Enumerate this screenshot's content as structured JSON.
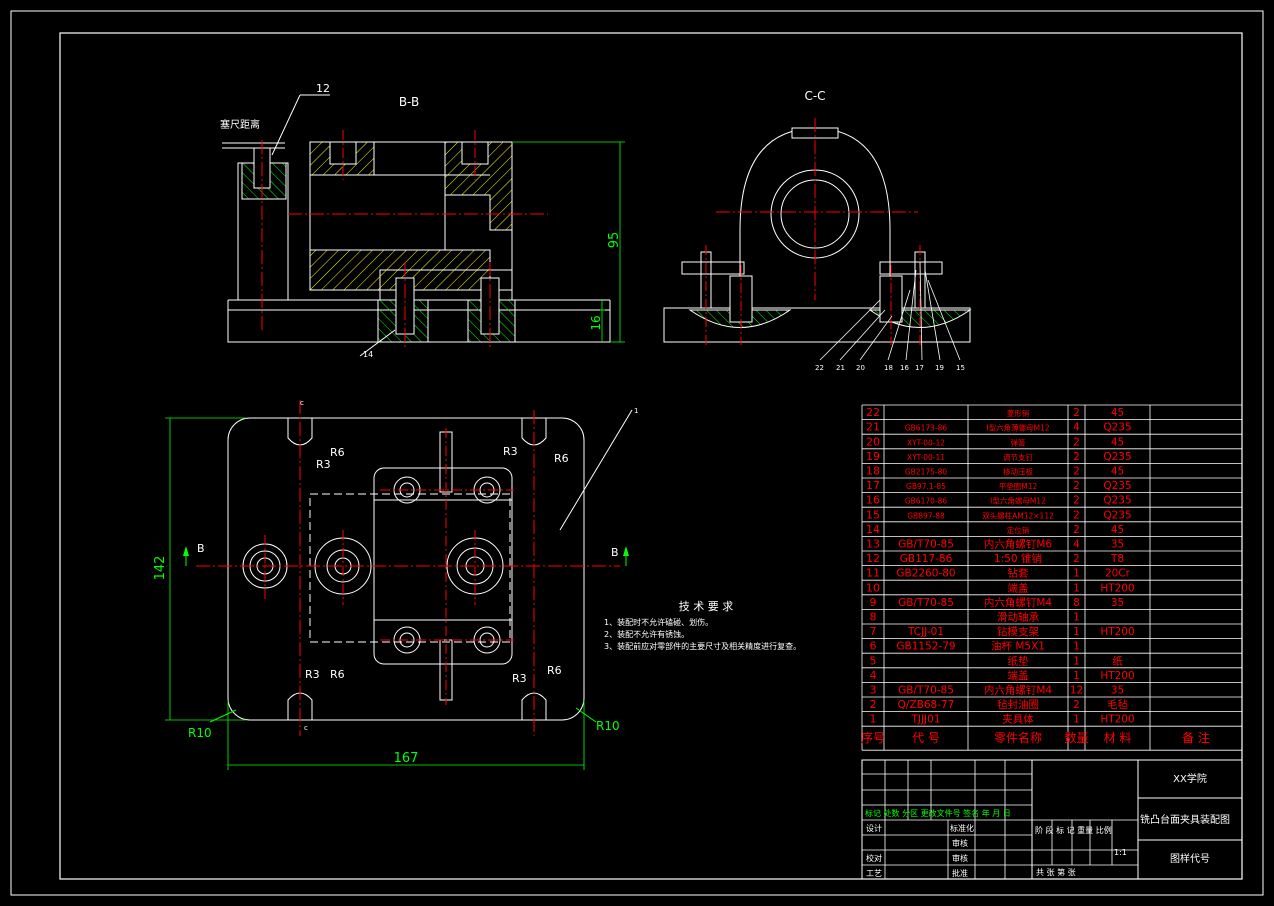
{
  "drawing": {
    "section_bb_label": "B-B",
    "section_cc_label": "C-C",
    "feeler_label": "塞尺距离",
    "balloon_12": "12",
    "balloon_14": "14",
    "balloon_1": "1",
    "dim_95": "95",
    "dim_16": "16",
    "dim_142": "142",
    "dim_167": "167",
    "r6": "R6",
    "r3": "R3",
    "r10": "R10",
    "cut_b": "B",
    "cut_c": "c",
    "cc_balloons": [
      "22",
      "21",
      "20",
      "18",
      "16",
      "17",
      "19",
      "15"
    ]
  },
  "tech_req": {
    "title": "技 术 要 求",
    "items": [
      "1、装配时不允许磕碰、划伤。",
      "2、装配不允许有锈蚀。",
      "3、装配前应对零部件的主要尺寸及相关精度进行复查。"
    ]
  },
  "bom": {
    "rows": [
      {
        "no": "22",
        "code": "",
        "name": "菱形销",
        "qty": "2",
        "material": "45",
        "note": ""
      },
      {
        "no": "21",
        "code": "GB6173-86",
        "name": "I型六角薄螺母M12",
        "qty": "4",
        "material": "Q235",
        "note": ""
      },
      {
        "no": "20",
        "code": "XYT-00-12",
        "name": "弹簧",
        "qty": "2",
        "material": "45",
        "note": ""
      },
      {
        "no": "19",
        "code": "XYT-00-11",
        "name": "调节支钉",
        "qty": "2",
        "material": "Q235",
        "note": ""
      },
      {
        "no": "18",
        "code": "GB2175-80",
        "name": "移动压板",
        "qty": "2",
        "material": "45",
        "note": ""
      },
      {
        "no": "17",
        "code": "GB97.1-85",
        "name": "平垫圈M12",
        "qty": "2",
        "material": "Q235",
        "note": ""
      },
      {
        "no": "16",
        "code": "GB6170-86",
        "name": "I型六角螺母M12",
        "qty": "2",
        "material": "Q235",
        "note": ""
      },
      {
        "no": "15",
        "code": "GB897-88",
        "name": "双头螺柱AM12×112",
        "qty": "2",
        "material": "Q235",
        "note": ""
      },
      {
        "no": "14",
        "code": "",
        "name": "定位销",
        "qty": "2",
        "material": "45",
        "note": ""
      },
      {
        "no": "13",
        "code": "GB/T70-85",
        "name": "内六角螺钉M6",
        "qty": "4",
        "material": "35",
        "note": ""
      },
      {
        "no": "12",
        "code": "GB117-86",
        "name": "1:50 锥销",
        "qty": "2",
        "material": "T8",
        "note": ""
      },
      {
        "no": "11",
        "code": "GB2260-80",
        "name": "钻套",
        "qty": "1",
        "material": "20Cr",
        "note": ""
      },
      {
        "no": "10",
        "code": "",
        "name": "端盖",
        "qty": "1",
        "material": "HT200",
        "note": ""
      },
      {
        "no": "9",
        "code": "GB/T70-85",
        "name": "内六角螺钉M4",
        "qty": "8",
        "material": "35",
        "note": ""
      },
      {
        "no": "8",
        "code": "",
        "name": "滑动轴承",
        "qty": "1",
        "material": "",
        "note": ""
      },
      {
        "no": "7",
        "code": "TCJJ-01",
        "name": "钻模支架",
        "qty": "1",
        "material": "HT200",
        "note": ""
      },
      {
        "no": "6",
        "code": "GB1152-79",
        "name": "油杯 M5X1",
        "qty": "1",
        "material": "",
        "note": ""
      },
      {
        "no": "5",
        "code": "",
        "name": "纸垫",
        "qty": "1",
        "material": "纸",
        "note": ""
      },
      {
        "no": "4",
        "code": "",
        "name": "端盖",
        "qty": "1",
        "material": "HT200",
        "note": ""
      },
      {
        "no": "3",
        "code": "GB/T70-85",
        "name": "内六角螺钉M4",
        "qty": "12",
        "material": "35",
        "note": ""
      },
      {
        "no": "2",
        "code": "Q/ZB68-77",
        "name": "毡封油圈",
        "qty": "2",
        "material": "毛毡",
        "note": ""
      },
      {
        "no": "1",
        "code": "TJJJ01",
        "name": "夹具体",
        "qty": "1",
        "material": "HT200",
        "note": ""
      }
    ],
    "header": {
      "no": "序号",
      "code": "代 号",
      "name": "零件名称",
      "qty": "数量",
      "material": "材 料",
      "note": "备 注"
    }
  },
  "title_block": {
    "school": "XX学院",
    "drawing_title": "铣凸台面夹具装配图",
    "drawing_code": "图样代号",
    "scale": "1:1",
    "col_labels": "标记 处数 分区 更改文件号 签名 年 月 日",
    "stage_labels": "阶 段 标 记 重量 比例",
    "sheet_labels": "共 张 第 张",
    "design": "设计",
    "std": "标准化",
    "proof": "审核",
    "check": "校对",
    "craft": "工艺",
    "approve": "批准",
    "review": "审核"
  },
  "colors": {
    "background": "#000000",
    "outline": "#ffffff",
    "centerline": "#ff0000",
    "dimension": "#00ff00",
    "hatch": "#ffff00",
    "bom_text": "#ff0000"
  }
}
